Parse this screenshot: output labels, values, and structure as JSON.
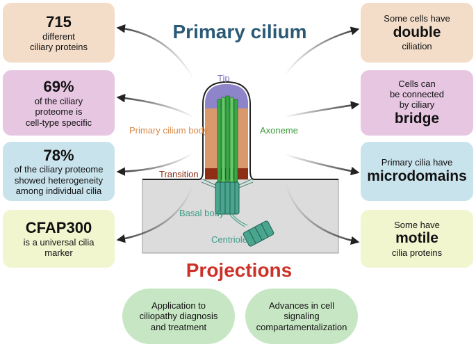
{
  "title": "Primary cilium",
  "projections_title": "Projections",
  "colors": {
    "peach": "#f3ddc9",
    "pink": "#e7c6e2",
    "blue": "#c9e3ec",
    "yellow": "#f1f6cf",
    "green": "#c7e6c4",
    "title_blue": "#2b5a76",
    "title_red": "#cc3128"
  },
  "left_boxes": [
    {
      "highlight": "715",
      "text": "different\nciliary proteins"
    },
    {
      "highlight": "69%",
      "text": "of the ciliary\nproteome is\ncell-type specific"
    },
    {
      "highlight": "78%",
      "text": "of the ciliary proteome\nshowed heterogeneity\namong individual cilia"
    },
    {
      "highlight": "CFAP300",
      "text": "is a universal cilia\nmarker"
    }
  ],
  "right_boxes": [
    {
      "before": "Some cells have",
      "highlight": "double",
      "after": "ciliation"
    },
    {
      "before": "Cells can\nbe connected\nby ciliary",
      "highlight": "bridge",
      "after": ""
    },
    {
      "before": "Primary cilia have",
      "highlight": "microdomains",
      "after": ""
    },
    {
      "before": "Some have",
      "highlight": "motile",
      "after": "cilia proteins"
    }
  ],
  "diagram_labels": {
    "tip": "Tip",
    "body": "Primary cilium body",
    "axoneme": "Axoneme",
    "transition": "Transition",
    "basal_body": "Basal body",
    "centriole": "Centriole"
  },
  "projections": [
    {
      "text": "Application to\nciliopathy diagnosis\nand treatment"
    },
    {
      "text": "Advances in cell\nsignaling\ncompartamentalization"
    }
  ]
}
